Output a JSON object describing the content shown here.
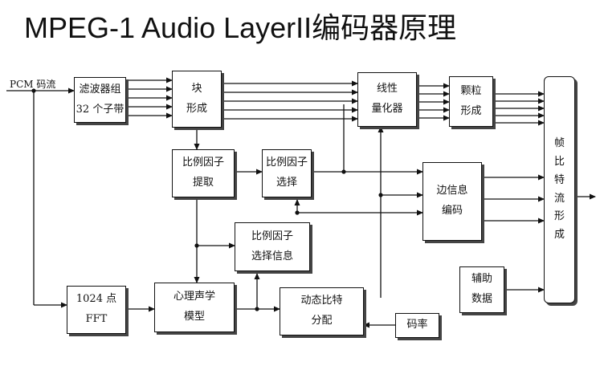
{
  "title": "MPEG-1 Audio LayerII编码器原理",
  "input_label": "PCM 码流",
  "blocks": {
    "filterbank": [
      "滤波器组",
      "32 个子带"
    ],
    "block_form": [
      "块",
      "形成"
    ],
    "quantizer": [
      "线性",
      "量化器"
    ],
    "granule": [
      "颗粒",
      "形成"
    ],
    "frame": [
      "帧",
      "比",
      "特",
      "流",
      "形",
      "成"
    ],
    "sf_extract": [
      "比例因子",
      "提取"
    ],
    "sf_select": [
      "比例因子",
      "选择"
    ],
    "side_info": [
      "边信息",
      "编码"
    ],
    "sf_select_info": [
      "比例因子",
      "选择信息"
    ],
    "fft": [
      "1024 点",
      "FFT"
    ],
    "psycho": [
      "心理声学",
      "模型"
    ],
    "dyn_alloc": [
      "动态比特",
      "分配"
    ],
    "aux": [
      "辅助",
      "数据"
    ],
    "bitrate": [
      "码率"
    ]
  }
}
